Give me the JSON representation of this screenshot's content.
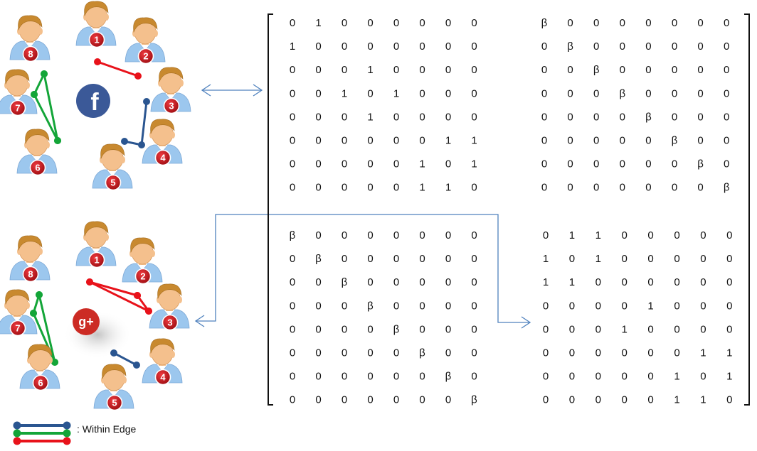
{
  "networks": [
    {
      "name": "facebook",
      "logo_text": "f",
      "logo_color": "#3b5998",
      "users": [
        "8",
        "1",
        "2",
        "3",
        "7",
        "6",
        "4",
        "5"
      ],
      "edges": [
        {
          "from": "1",
          "to": "2",
          "color": "#e8121a"
        },
        {
          "from": "3",
          "to": "4",
          "color": "#2a5590"
        },
        {
          "from": "7",
          "to": "8",
          "color": "#13a538"
        },
        {
          "from": "7",
          "to": "6",
          "color": "#13a538"
        },
        {
          "from": "8",
          "to": "6",
          "color": "#13a538"
        }
      ]
    },
    {
      "name": "google-plus",
      "logo_text": "g+",
      "logo_color": "#cc2b24",
      "users": [
        "8",
        "1",
        "2",
        "3",
        "7",
        "6",
        "4",
        "5"
      ],
      "edges": [
        {
          "from": "1",
          "to": "2",
          "color": "#e8121a"
        },
        {
          "from": "1",
          "to": "3",
          "color": "#e8121a"
        },
        {
          "from": "2",
          "to": "3",
          "color": "#e8121a"
        },
        {
          "from": "4",
          "to": "5",
          "color": "#2a5590"
        },
        {
          "from": "7",
          "to": "8",
          "color": "#13a538"
        },
        {
          "from": "7",
          "to": "6",
          "color": "#13a538"
        },
        {
          "from": "8",
          "to": "6",
          "color": "#13a538"
        }
      ]
    }
  ],
  "matrix_blocks": [
    {
      "name": "top-left",
      "rows": [
        [
          "0",
          "1",
          "0",
          "0",
          "0",
          "0",
          "0",
          "0"
        ],
        [
          "1",
          "0",
          "0",
          "0",
          "0",
          "0",
          "0",
          "0"
        ],
        [
          "0",
          "0",
          "0",
          "1",
          "0",
          "0",
          "0",
          "0"
        ],
        [
          "0",
          "0",
          "1",
          "0",
          "1",
          "0",
          "0",
          "0"
        ],
        [
          "0",
          "0",
          "0",
          "1",
          "0",
          "0",
          "0",
          "0"
        ],
        [
          "0",
          "0",
          "0",
          "0",
          "0",
          "0",
          "1",
          "1"
        ],
        [
          "0",
          "0",
          "0",
          "0",
          "0",
          "1",
          "0",
          "1"
        ],
        [
          "0",
          "0",
          "0",
          "0",
          "0",
          "1",
          "1",
          "0"
        ]
      ]
    },
    {
      "name": "top-right",
      "rows": [
        [
          "β",
          "0",
          "0",
          "0",
          "0",
          "0",
          "0",
          "0"
        ],
        [
          "0",
          "β",
          "0",
          "0",
          "0",
          "0",
          "0",
          "0"
        ],
        [
          "0",
          "0",
          "β",
          "0",
          "0",
          "0",
          "0",
          "0"
        ],
        [
          "0",
          "0",
          "0",
          "β",
          "0",
          "0",
          "0",
          "0"
        ],
        [
          "0",
          "0",
          "0",
          "0",
          "β",
          "0",
          "0",
          "0"
        ],
        [
          "0",
          "0",
          "0",
          "0",
          "0",
          "β",
          "0",
          "0"
        ],
        [
          "0",
          "0",
          "0",
          "0",
          "0",
          "0",
          "β",
          "0"
        ],
        [
          "0",
          "0",
          "0",
          "0",
          "0",
          "0",
          "0",
          "β"
        ]
      ]
    },
    {
      "name": "bottom-left",
      "rows": [
        [
          "β",
          "0",
          "0",
          "0",
          "0",
          "0",
          "0",
          "0"
        ],
        [
          "0",
          "β",
          "0",
          "0",
          "0",
          "0",
          "0",
          "0"
        ],
        [
          "0",
          "0",
          "β",
          "0",
          "0",
          "0",
          "0",
          "0"
        ],
        [
          "0",
          "0",
          "0",
          "β",
          "0",
          "0",
          "0",
          "0"
        ],
        [
          "0",
          "0",
          "0",
          "0",
          "β",
          "0",
          "0",
          "0"
        ],
        [
          "0",
          "0",
          "0",
          "0",
          "0",
          "β",
          "0",
          "0"
        ],
        [
          "0",
          "0",
          "0",
          "0",
          "0",
          "0",
          "β",
          "0"
        ],
        [
          "0",
          "0",
          "0",
          "0",
          "0",
          "0",
          "0",
          "β"
        ]
      ]
    },
    {
      "name": "bottom-right",
      "rows": [
        [
          "0",
          "1",
          "1",
          "0",
          "0",
          "0",
          "0",
          "0"
        ],
        [
          "1",
          "0",
          "1",
          "0",
          "0",
          "0",
          "0",
          "0"
        ],
        [
          "1",
          "1",
          "0",
          "0",
          "0",
          "0",
          "0",
          "0"
        ],
        [
          "0",
          "0",
          "0",
          "0",
          "1",
          "0",
          "0",
          "0"
        ],
        [
          "0",
          "0",
          "0",
          "1",
          "0",
          "0",
          "0",
          "0"
        ],
        [
          "0",
          "0",
          "0",
          "0",
          "0",
          "0",
          "1",
          "1"
        ],
        [
          "0",
          "0",
          "0",
          "0",
          "0",
          "1",
          "0",
          "1"
        ],
        [
          "0",
          "0",
          "0",
          "0",
          "0",
          "1",
          "1",
          "0"
        ]
      ]
    }
  ],
  "legend": {
    "label": ": Within Edge",
    "colors": [
      "#2a5590",
      "#13a538",
      "#e8121a"
    ]
  },
  "colors": {
    "arrow": "#4f81bd",
    "bracket": "#111111",
    "skin": "#f4c08d",
    "hair": "#c8892f",
    "shirt": "#9cc7ee",
    "badge": "#c8161d"
  }
}
